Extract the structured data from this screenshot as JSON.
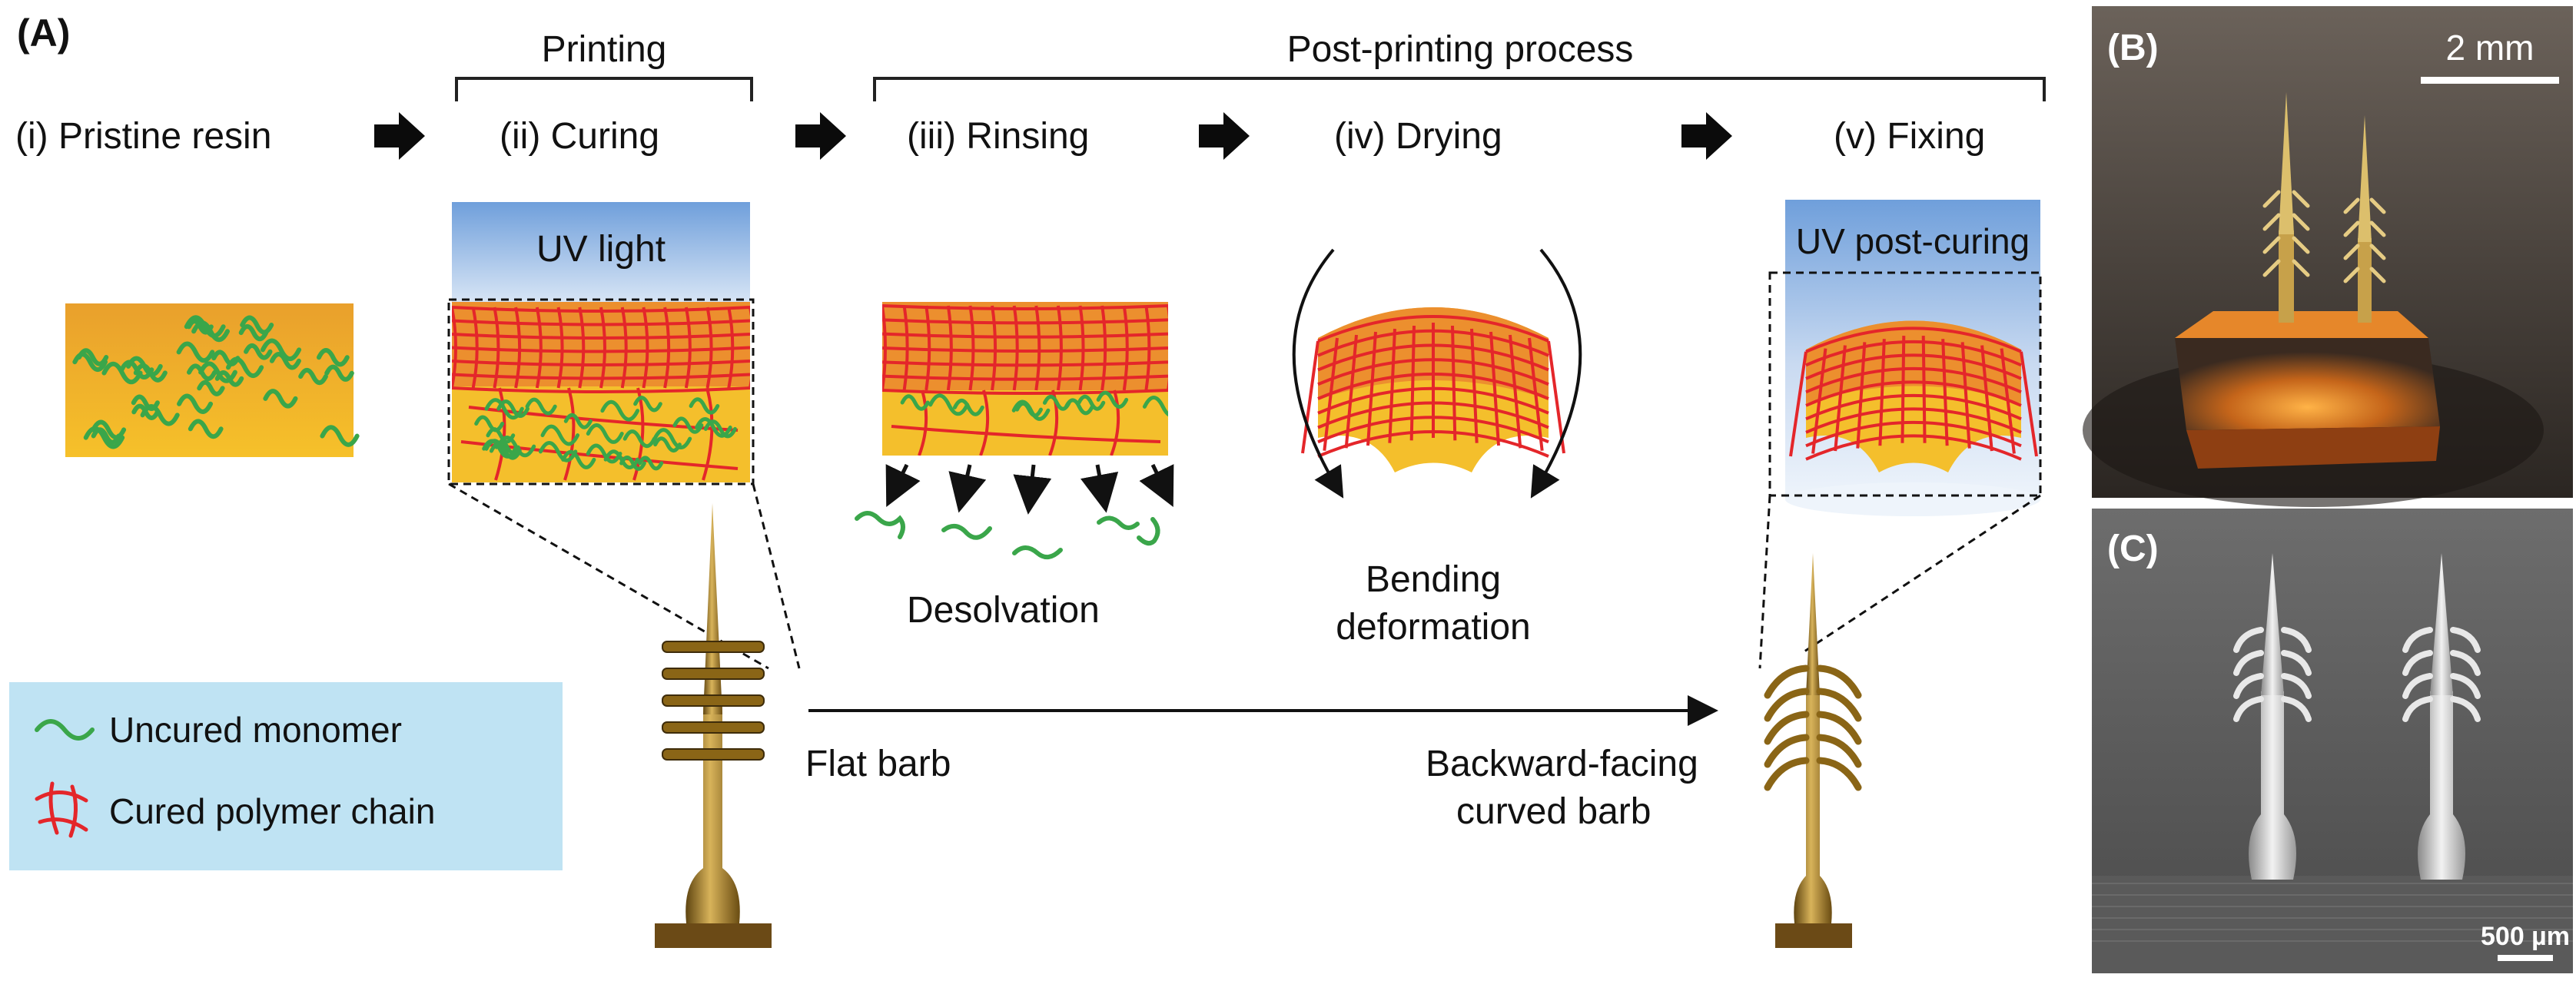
{
  "panel_labels": {
    "a": "(A)",
    "b": "(B)",
    "c": "(C)"
  },
  "header": {
    "printing": "Printing",
    "post_printing": "Post-printing process"
  },
  "steps": {
    "s1": "(i) Pristine resin",
    "s2": "(ii) Curing",
    "s3": "(iii) Rinsing",
    "s4": "(iv) Drying",
    "s5": "(v) Fixing"
  },
  "uv": {
    "light": "UV light",
    "post": "UV post-curing"
  },
  "annotations": {
    "desolvation": "Desolvation",
    "bending_1": "Bending",
    "bending_2": "deformation",
    "flat_barb": "Flat barb",
    "curved_1": "Backward-facing",
    "curved_2": "curved barb"
  },
  "legend": {
    "uncured": "Uncured monomer",
    "cured": "Cured polymer chain"
  },
  "scale_bars": {
    "photo": "2 mm",
    "sem": "500 µm"
  },
  "colors": {
    "resin": "#f3b72a",
    "resin_dark": "#e9932a",
    "monomer": "#3aa64a",
    "polymer": "#e4262a",
    "uv": "#8fb3e0",
    "legend_bg": "#bfe3f3",
    "gold": "#a27a1d",
    "base": "#6b4a16"
  }
}
